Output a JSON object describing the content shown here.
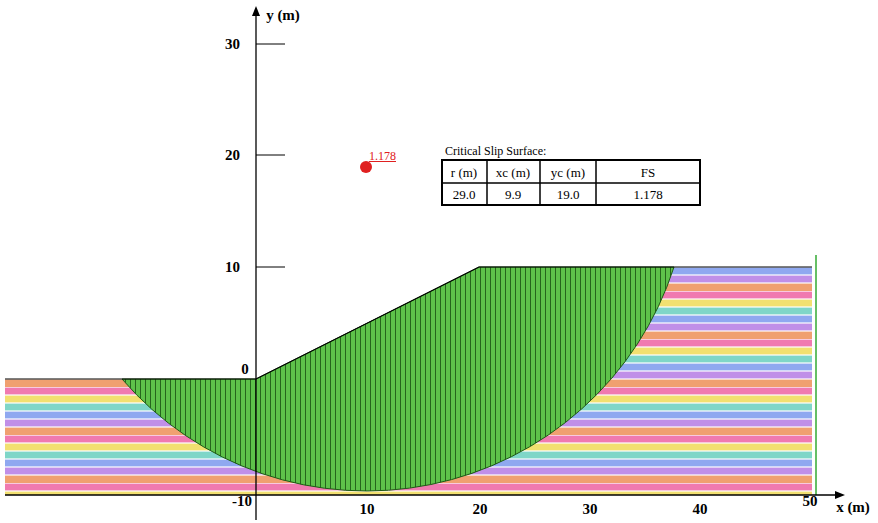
{
  "diagram": {
    "labels": [
      "y (m)",
      "30",
      "20",
      "10",
      "0",
      "-10",
      "10",
      "20",
      "30",
      "40",
      "50",
      "x (m)",
      "1.178",
      "Critical Slip Surface:",
      "r (m)",
      "xc (m)",
      "yc (m)",
      "FS",
      "29.0",
      "9.9",
      "19.0",
      "1.178"
    ]
  }
}
